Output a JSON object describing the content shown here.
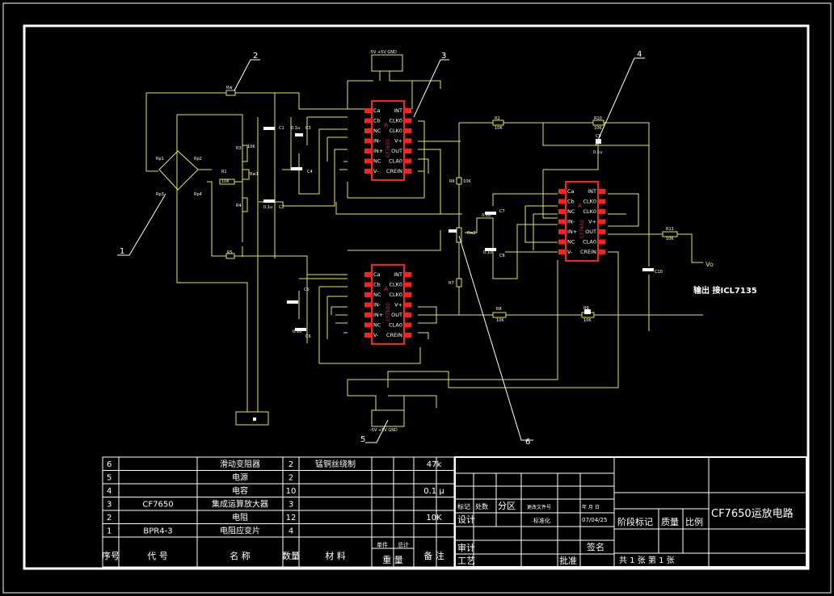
{
  "title": "CF7650运放电路",
  "output_label": "输出 接ICL7135",
  "vo_label": "Vo",
  "power_labels": {
    "top": "-5V  +5V  GND",
    "bottom": "-5V  +5V  GND"
  },
  "callouts": [
    "1",
    "2",
    "3",
    "4",
    "5",
    "6"
  ],
  "chip_pins_left": [
    "Ca",
    "Cb",
    "NC",
    "IN-",
    "IN+",
    "NC",
    "V-"
  ],
  "chip_pins_right": [
    "INT",
    "CLK0",
    "CLK0",
    "V+",
    "OUT",
    "CLA0",
    "CREIN"
  ],
  "chip_name": "CF7650",
  "chip_ref": "A",
  "components": {
    "rw": "Rw",
    "rp1": "Rp1",
    "rp2": "Rp2",
    "rp3": "Rp3",
    "rp4": "Rp4",
    "r1": "R1",
    "r1v": "10K",
    "rw1": "Rw1",
    "r3": "R3",
    "r3v": "10K",
    "r4": "R4",
    "r5": "R5",
    "r2": "R2",
    "r2v": "10K",
    "r10": "R10",
    "r10v": "10K",
    "c1": "C1",
    "c2": "C2",
    "c3": "C3",
    "c4": "C4",
    "c5": "C5",
    "c6": "C6",
    "c7": "C7",
    "c8": "C8",
    "c9": "C9",
    "c10": "C10",
    "r6": "R6",
    "r6v": "10K",
    "r7": "R7",
    "rw2": "Rw2",
    "r8": "R8",
    "r8v": "10K",
    "r9": "R9",
    "r9v": "10K",
    "r11": "R11",
    "r11v": "10K",
    "c01": "0.1u"
  },
  "table": {
    "rows": [
      {
        "no": "6",
        "code": "",
        "name": "滑动变阻器",
        "qty": "2",
        "material": "锰铜丝绕制",
        "w1": "",
        "w2": "",
        "remark": "47k"
      },
      {
        "no": "5",
        "code": "",
        "name": "电源",
        "qty": "2",
        "material": "",
        "w1": "",
        "w2": "",
        "remark": ""
      },
      {
        "no": "4",
        "code": "",
        "name": "电容",
        "qty": "10",
        "material": "",
        "w1": "",
        "w2": "",
        "remark": "0.1 μ"
      },
      {
        "no": "3",
        "code": "CF7650",
        "name": "集成运算放大器",
        "qty": "3",
        "material": "",
        "w1": "",
        "w2": "",
        "remark": ""
      },
      {
        "no": "2",
        "code": "",
        "name": "电阻",
        "qty": "12",
        "material": "",
        "w1": "",
        "w2": "",
        "remark": "10K"
      },
      {
        "no": "1",
        "code": "BPR4-3",
        "name": "电阻应变片",
        "qty": "4",
        "material": "",
        "w1": "",
        "w2": "",
        "remark": ""
      }
    ],
    "header": {
      "no": "序号",
      "code": "代  号",
      "name": "名  称",
      "qty": "数量",
      "material": "材  料",
      "single": "单件",
      "total": "总计",
      "weight": "重 量",
      "remark": "备 注"
    }
  },
  "titleblock": {
    "mark": "标记",
    "count": "处数",
    "zone": "分区",
    "doc": "更改文件号",
    "date": "年 月 日",
    "design": "设计",
    "std": "标准化",
    "date_val": "07/04/25",
    "stage": "阶段标记",
    "mass": "质量",
    "scale": "比例",
    "review": "审计",
    "process": "工艺",
    "approve": "批准",
    "sign": "签名",
    "sheets": "共 1 张  第 1 张"
  }
}
